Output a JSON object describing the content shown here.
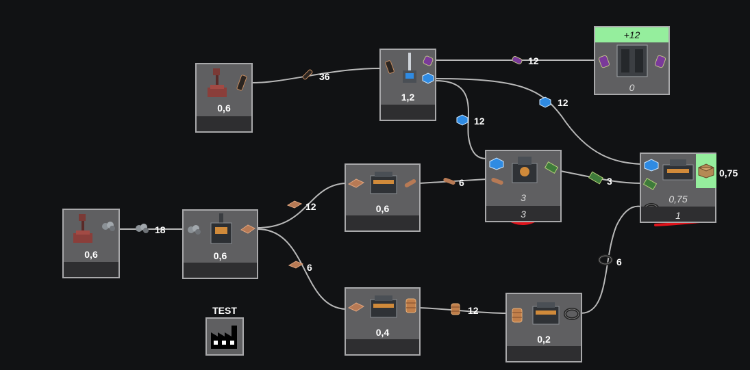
{
  "nodes": {
    "miner_top": {
      "value": "0,6"
    },
    "assembler_top": {
      "value": "1,2"
    },
    "output_node": {
      "header": "+12",
      "value": "0"
    },
    "miner_left": {
      "value": "0,6"
    },
    "smelter_left": {
      "value": "0,6"
    },
    "press_top": {
      "value": "0,6"
    },
    "press_bottom": {
      "value": "0,4"
    },
    "circuit_node": {
      "value1": "3",
      "value2": "3"
    },
    "wire_node": {
      "value": "0,2"
    },
    "box_node": {
      "value1": "0,75",
      "value2": "1",
      "side_value": "0,75"
    }
  },
  "edges": {
    "e_36": "36",
    "e_12_purple": "12",
    "e_12_blue_top": "12",
    "e_12_blue_mid": "12",
    "e_18": "18",
    "e_12_plate": "12",
    "e_6_plate": "6",
    "e_6_wire": "6",
    "e_3_circuit": "3",
    "e_12_coil": "12",
    "e_6_cable": "6"
  },
  "factory": {
    "label": "TEST",
    "icon": "factory-icon"
  },
  "colors": {
    "background": "#111214",
    "node_fill": "#5f5f61",
    "node_border": "#a9a9ab",
    "node_footer": "#2e2e30",
    "edge": "#b9b9b9",
    "highlight_green": "#95ee9d",
    "annotation_red": "#e0141c",
    "blue_cube": "#2f8be3",
    "purple_canister": "#7a3a9a",
    "copper": "#b77a55"
  }
}
